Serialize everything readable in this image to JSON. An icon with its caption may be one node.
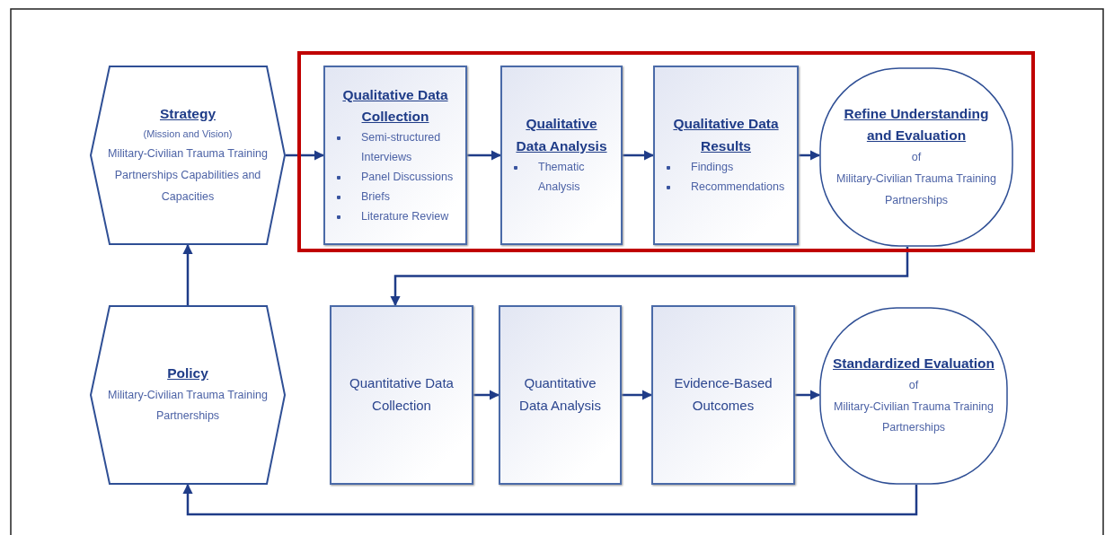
{
  "diagram": {
    "nodes": [
      {
        "text": [
          "Strategy",
          "(Mission and Vision)",
          "Military-Civilian Trauma Training Partnerships Capabilities and Capacities"
        ]
      },
      {
        "text": [],
        "shape": "box"
      },
      {
        "text": [
          "Qualitative Data Collection",
          "Semi-structured Interviews",
          "Panel Discussions",
          "Briefs",
          "Literature Review"
        ],
        "in": 1
      },
      {
        "text": [
          "Qualitative Data Analysis",
          "Thematic Analysis"
        ],
        "in": 1
      },
      {
        "text": [
          "Qualitative Data Results",
          "Findings",
          "Recommendations"
        ],
        "in": 1
      },
      {
        "text": [
          "Refine Understanding and Evaluation",
          "of",
          "Military-Civilian Trauma Training Partnerships"
        ],
        "in": 1
      },
      {
        "text": [
          "Policy",
          "Military-Civilian Trauma Training Partnerships"
        ]
      },
      {
        "text": [
          "Quantitative Data Collection"
        ]
      },
      {
        "text": [
          "Quantitative Data Analysis"
        ]
      },
      {
        "text": [
          "Evidence-Based Outcomes"
        ]
      },
      {
        "text": [
          "Standardized Evaluation",
          "of",
          "Military-Civilian Trauma Training Partnerships"
        ]
      }
    ],
    "edges": [
      {
        "from": 0,
        "to": 2,
        "arrow": "to"
      },
      {
        "from": 2,
        "to": 3,
        "arrow": "to"
      },
      {
        "from": 3,
        "to": 4,
        "arrow": "to"
      },
      {
        "from": 4,
        "to": 5,
        "arrow": "to"
      },
      {
        "from": 5,
        "to": 7,
        "arrow": "to"
      },
      {
        "from": 7,
        "to": 8,
        "arrow": "to"
      },
      {
        "from": 8,
        "to": 9,
        "arrow": "to"
      },
      {
        "from": 9,
        "to": 10,
        "arrow": "to"
      },
      {
        "from": 10,
        "to": 6,
        "arrow": "to"
      },
      {
        "from": 6,
        "to": 0,
        "arrow": "to"
      }
    ]
  }
}
